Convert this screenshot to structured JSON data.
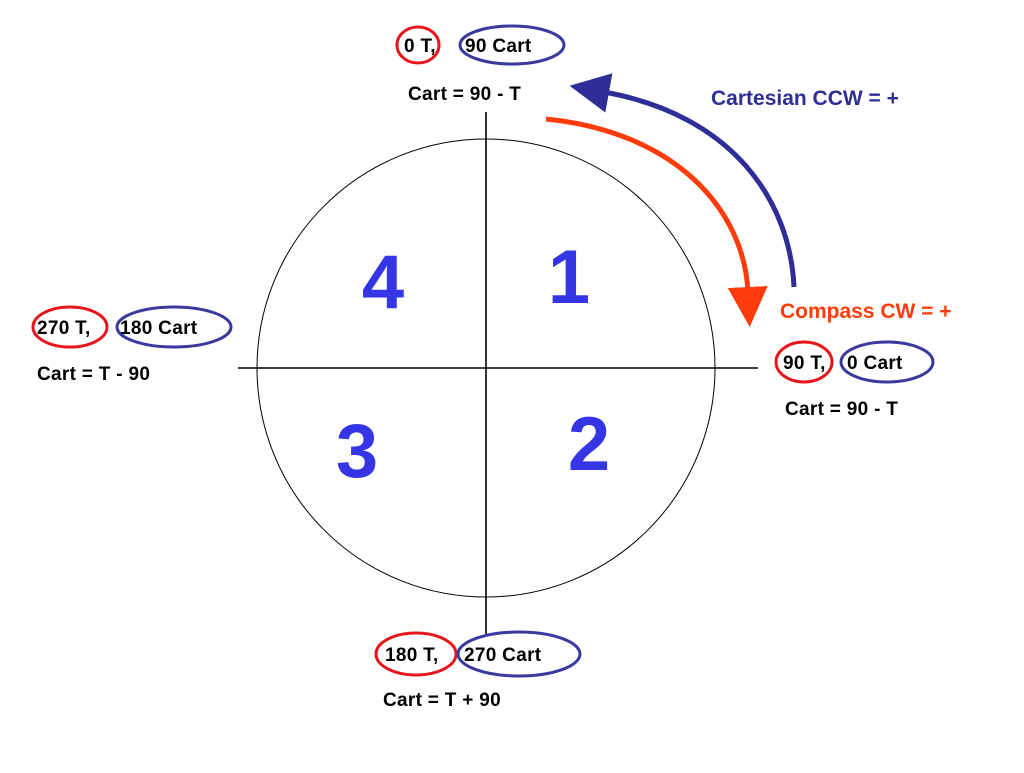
{
  "diagram": {
    "colors": {
      "true_ring": "#e8161c",
      "cart_ring": "#3a3a9e",
      "quadrant": "#3535e6",
      "ccw_arrow": "#2e2e96",
      "cw_arrow": "#ff3c0a",
      "axes": "#000000"
    },
    "quadrants": {
      "q1": "1",
      "q2": "2",
      "q3": "3",
      "q4": "4"
    },
    "directions": {
      "ccw": "Cartesian CCW = +",
      "cw": "Compass CW = +"
    },
    "labels": {
      "top": {
        "true_part": "0 T,",
        "cart_part": "90 Cart",
        "formula": "Cart = 90 - T"
      },
      "right": {
        "true_part": "90 T,",
        "cart_part": "0 Cart",
        "formula": "Cart = 90 - T"
      },
      "bottom": {
        "true_part": "180 T,",
        "cart_part": "270 Cart",
        "formula": "Cart = T +  90"
      },
      "left": {
        "true_part": "270 T,",
        "cart_part": "180 Cart",
        "formula": "Cart = T -  90"
      }
    }
  }
}
